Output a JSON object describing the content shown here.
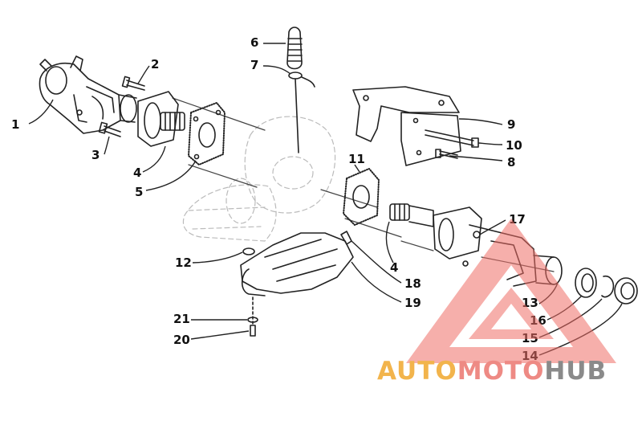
{
  "diagram": {
    "callouts": [
      {
        "id": "c1",
        "label": "1"
      },
      {
        "id": "c2",
        "label": "2"
      },
      {
        "id": "c3",
        "label": "3"
      },
      {
        "id": "c4a",
        "label": "4"
      },
      {
        "id": "c5",
        "label": "5"
      },
      {
        "id": "c6",
        "label": "6"
      },
      {
        "id": "c7",
        "label": "7"
      },
      {
        "id": "c8",
        "label": "8"
      },
      {
        "id": "c9",
        "label": "9"
      },
      {
        "id": "c10",
        "label": "10"
      },
      {
        "id": "c11",
        "label": "11"
      },
      {
        "id": "c12",
        "label": "12"
      },
      {
        "id": "c4b",
        "label": "4"
      },
      {
        "id": "c13",
        "label": "13"
      },
      {
        "id": "c14",
        "label": "14"
      },
      {
        "id": "c15",
        "label": "15"
      },
      {
        "id": "c16",
        "label": "16"
      },
      {
        "id": "c17",
        "label": "17"
      },
      {
        "id": "c18",
        "label": "18"
      },
      {
        "id": "c19",
        "label": "19"
      },
      {
        "id": "c20",
        "label": "20"
      },
      {
        "id": "c21",
        "label": "21"
      }
    ]
  },
  "watermark": {
    "part1": "AUTO",
    "part2": "MOTO",
    "part3": "HUB",
    "color_auto": "#f2b44c",
    "color_moto": "#ee8a84",
    "color_hub": "#8a8a8a",
    "triangle_color": "#ee6e66"
  }
}
